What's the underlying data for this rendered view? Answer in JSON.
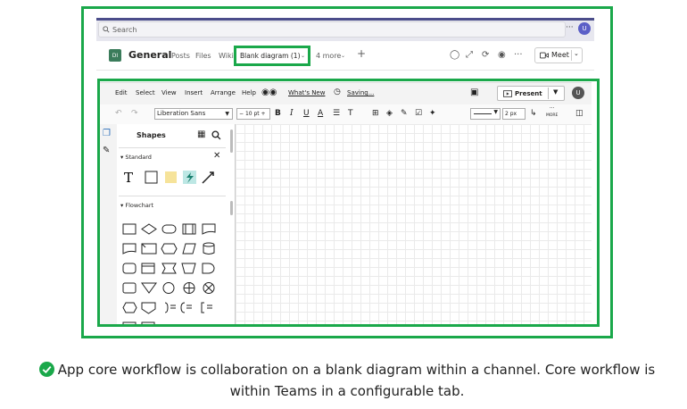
{
  "teams": {
    "search_placeholder": "Search",
    "more": "···",
    "user_initial": "U",
    "channel_initials": "DI",
    "channel_name": "General",
    "tabs": [
      "Posts",
      "Files",
      "Wiki"
    ],
    "active_tab": "Blank diagram (1)",
    "more_tabs": "4 more",
    "add_tab": "+",
    "meet_label": "Meet"
  },
  "app": {
    "menu": [
      "Edit",
      "Select",
      "View",
      "Insert",
      "Arrange",
      "Help"
    ],
    "whats_new": "What's New",
    "saving": "Saving...",
    "present_label": "Present",
    "user_initial": "U",
    "font_name": "Liberation Sans",
    "font_size": "10 pt",
    "stroke_width": "2 px",
    "more_label": "MORE",
    "shapes_title": "Shapes",
    "sections": [
      {
        "label": "Standard"
      },
      {
        "label": "Flowchart"
      }
    ]
  },
  "caption": {
    "line1": "App core workflow is collaboration on a blank diagram within a channel. Core workflow is",
    "line2": "within Teams in a configurable tab."
  },
  "colors": {
    "highlight": "#1aa84a",
    "teams_purple": "#5b5fc7"
  }
}
